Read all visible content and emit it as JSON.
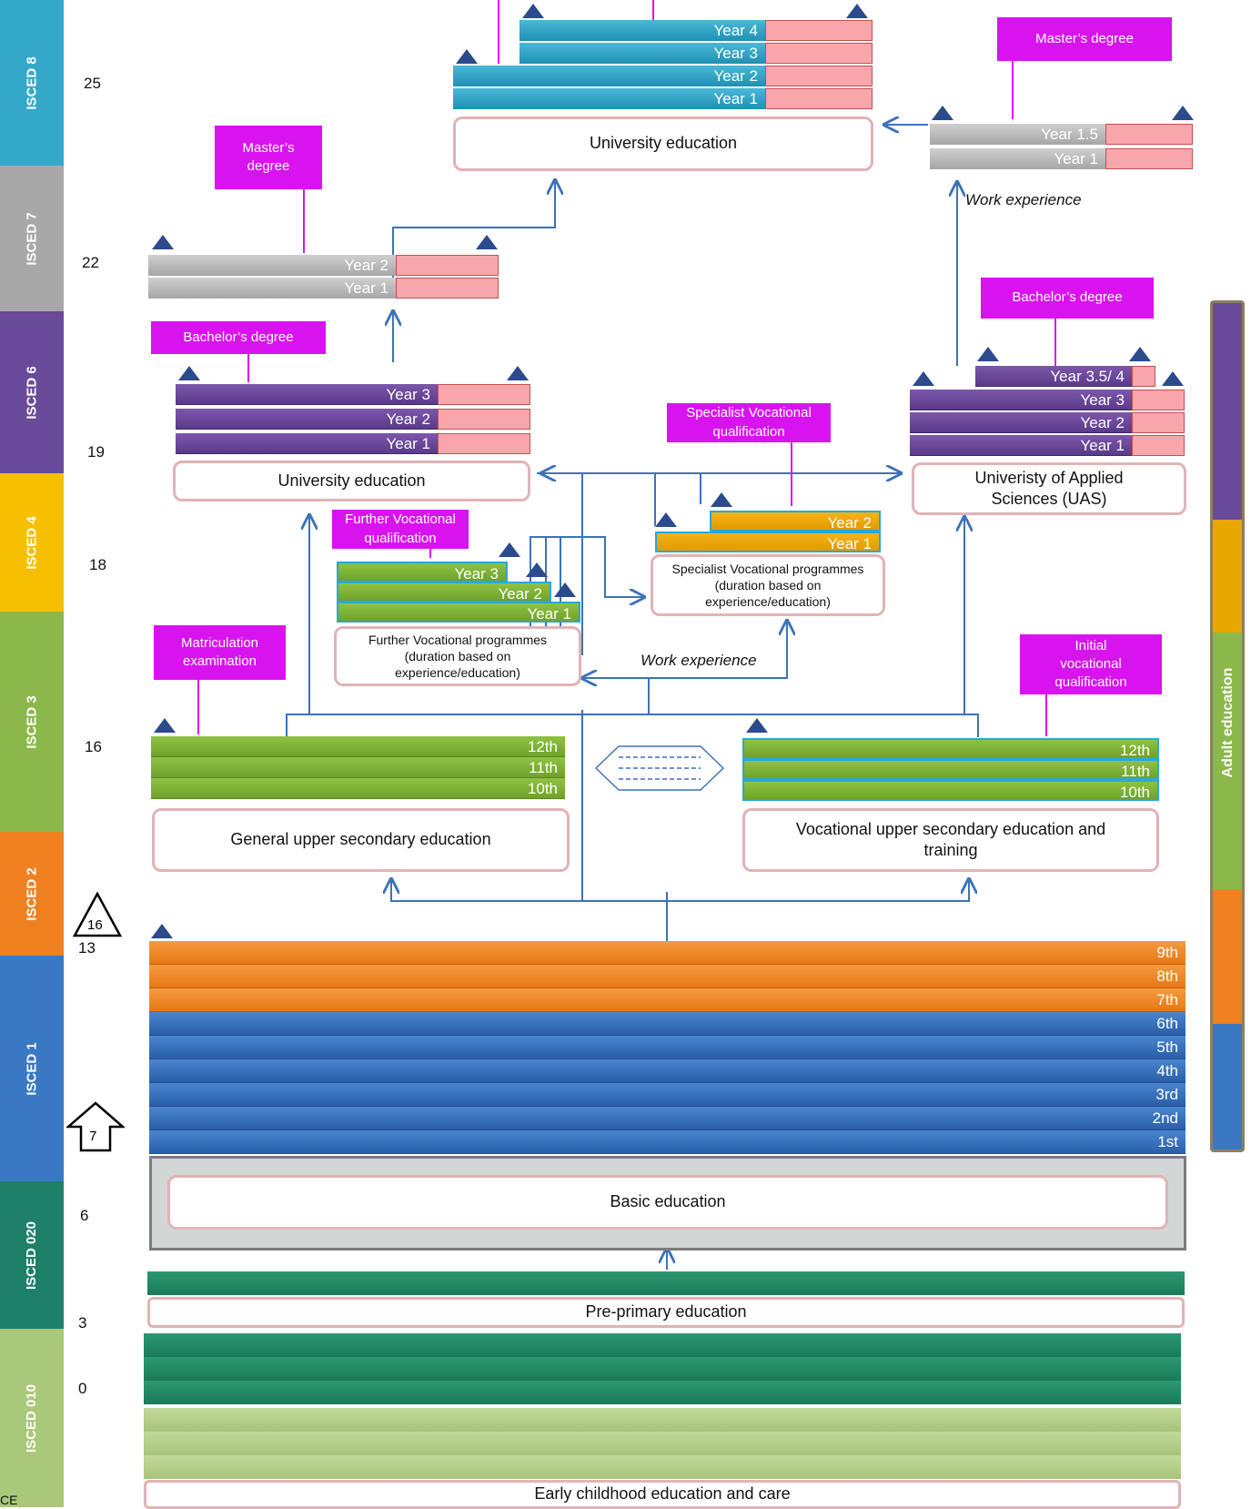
{
  "isced_bands": [
    {
      "label": "ISCED 8",
      "color": "#34a8c8"
    },
    {
      "label": "ISCED 7",
      "color": "#a8a8a8"
    },
    {
      "label": "ISCED 6",
      "color": "#6a4a9a"
    },
    {
      "label": "ISCED 4",
      "color": "#f6c000"
    },
    {
      "label": "ISCED 3",
      "color": "#8ab84a"
    },
    {
      "label": "ISCED 2",
      "color": "#f08020"
    },
    {
      "label": "ISCED 1",
      "color": "#3a78c4"
    },
    {
      "label": "ISCED 020",
      "color": "#1e8068"
    },
    {
      "label": "ISCED 010",
      "color": "#a9c87a"
    }
  ],
  "ages": {
    "a25": "25",
    "a22": "22",
    "a19": "19",
    "a18": "18",
    "a16": "16",
    "a16_compulsory": "16",
    "a13": "13",
    "a7_start": "7",
    "a6": "6",
    "a3": "3",
    "a0": "0"
  },
  "doctoral": {
    "year4": "Year 4",
    "year3": "Year 3",
    "year2": "Year 2",
    "year1": "Year 1"
  },
  "uni_top": {
    "label": "University education"
  },
  "uas_master": {
    "qualification": "Master’s degree",
    "year1_5": "Year 1.5",
    "year1": "Year 1"
  },
  "uni_master": {
    "qualification": "Master’s\ndegree",
    "year2": "Year 2",
    "year1": "Year 1"
  },
  "work_experience": "Work experience",
  "uni_bachelor": {
    "qualification": "Bachelor’s degree",
    "year3": "Year 3",
    "year2": "Year 2",
    "year1": "Year 1",
    "label": "University education"
  },
  "uas_bachelor": {
    "qualification": "Bachelor’s degree",
    "year3_5": "Year 3.5/ 4",
    "year3": "Year 3",
    "year2": "Year 2",
    "year1": "Year 1",
    "label": "Univeristy of Applied\nSciences (UAS)"
  },
  "specialist": {
    "qualification": "Specialist Vocational\nqualification",
    "year2": "Year 2",
    "year1": "Year 1",
    "label": "Specialist Vocational programmes\n(duration based on\nexperience/education)"
  },
  "further": {
    "qualification": "Further Vocational\nqualification",
    "year3": "Year 3",
    "year2": "Year 2",
    "year1": "Year 1",
    "label": "Further Vocational programmes\n(duration based on\nexperience/education)"
  },
  "general_upper": {
    "qualification": "Matriculation\nexamination",
    "g12": "12th",
    "g11": "11th",
    "g10": "10th",
    "label": "General upper secondary education"
  },
  "vocational_upper": {
    "qualification": "Initial\nvocational\nqualification",
    "g12": "12th",
    "g11": "11th",
    "g10": "10th",
    "label": "Vocational upper secondary education and\ntraining"
  },
  "basic": {
    "grades": [
      "9th",
      "8th",
      "7th",
      "6th",
      "5th",
      "4th",
      "3rd",
      "2nd",
      "1st"
    ],
    "label": "Basic education"
  },
  "preprimary": {
    "label": "Pre-primary education"
  },
  "ecec": {
    "label": "Early childhood education and care"
  },
  "adult_education": "Adult education",
  "credit": "CE"
}
